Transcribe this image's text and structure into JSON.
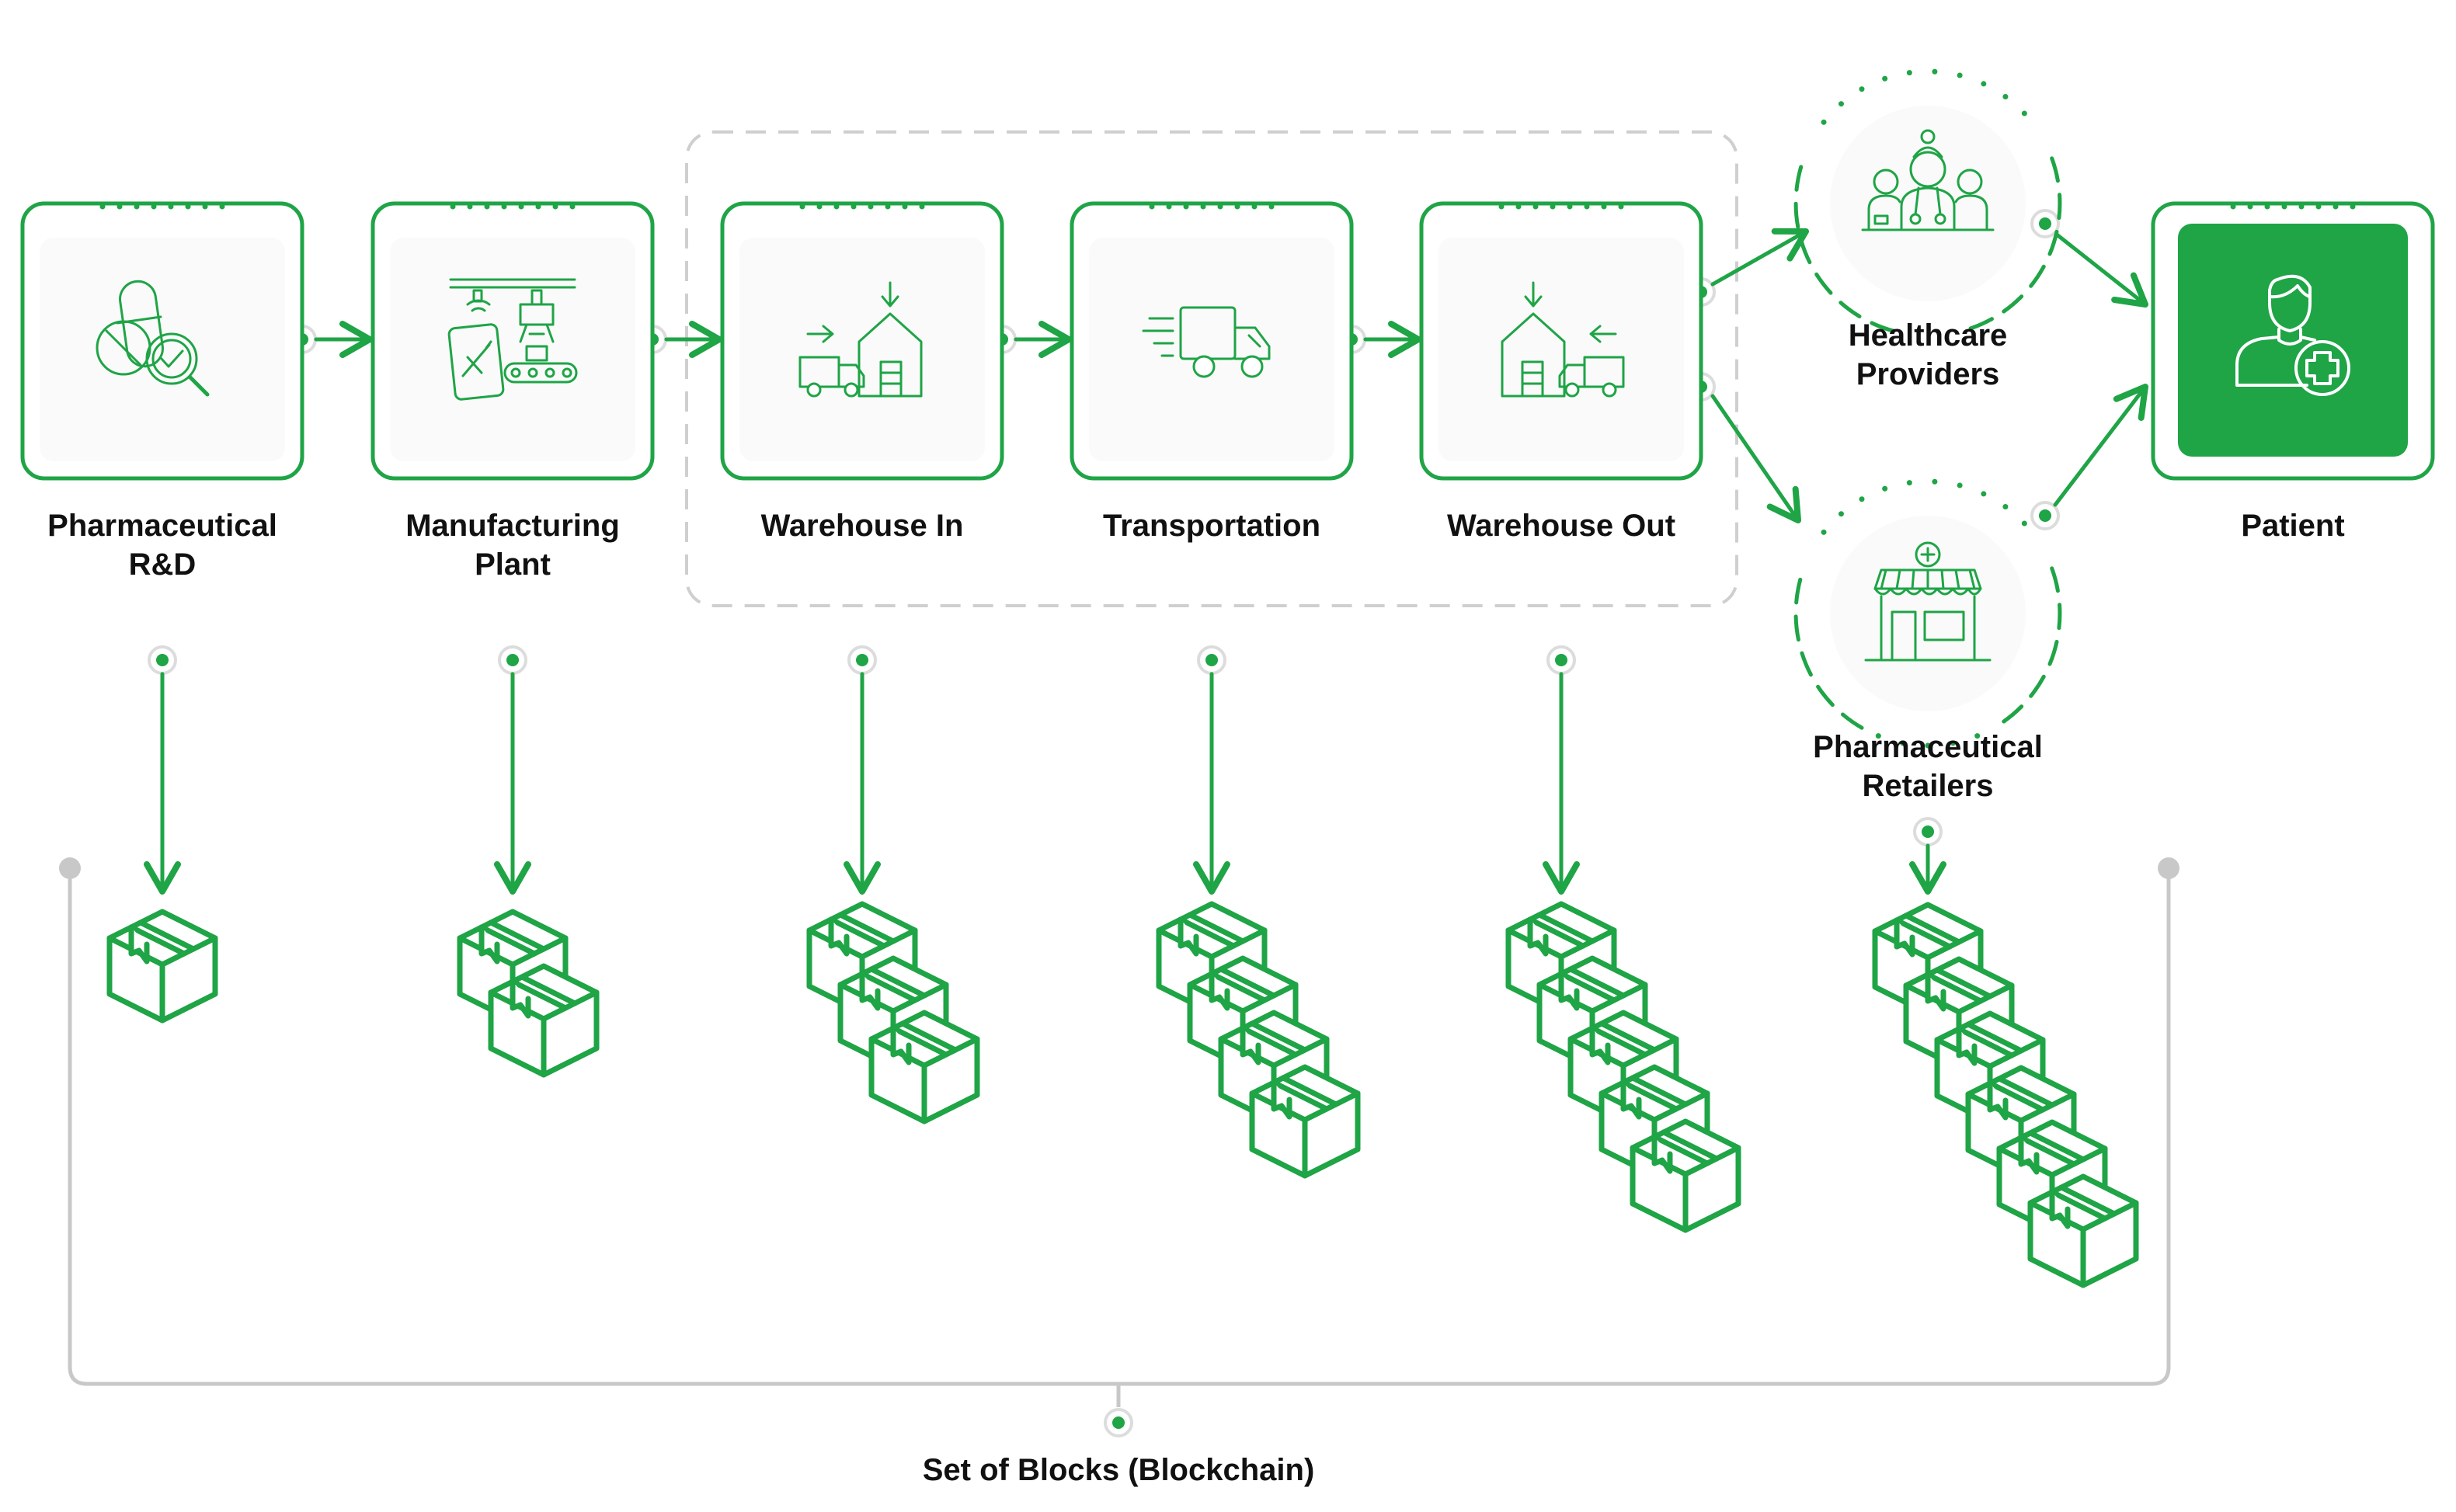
{
  "colors": {
    "primary": "#1fa446",
    "box_fill": "#fafafa",
    "dashed_group": "#cfcfcf",
    "bracket": "#c8c8c8",
    "dot_ring": "#dcdcdc",
    "text": "#111111",
    "patient_fill": "#1fa446"
  },
  "stages": [
    {
      "label_lines": [
        "Pharmaceutical",
        "R&D"
      ],
      "icon": "pill-magnifier-icon",
      "block_count": 1
    },
    {
      "label_lines": [
        "Manufacturing",
        "Plant"
      ],
      "icon": "factory-robot-arm-icon",
      "block_count": 2
    },
    {
      "label_lines": [
        "Warehouse In"
      ],
      "icon": "warehouse-in-icon",
      "block_count": 3
    },
    {
      "label_lines": [
        "Transportation"
      ],
      "icon": "delivery-truck-icon",
      "block_count": 4
    },
    {
      "label_lines": [
        "Warehouse Out"
      ],
      "icon": "warehouse-out-icon",
      "block_count": 5
    }
  ],
  "branches": [
    {
      "label_lines": [
        "Healthcare",
        "Providers"
      ],
      "icon": "medical-staff-icon"
    },
    {
      "label_lines": [
        "Pharmaceutical",
        "Retailers"
      ],
      "icon": "pharmacy-store-icon",
      "block_count": 6
    }
  ],
  "patient": {
    "label": "Patient",
    "icon": "patient-plus-icon"
  },
  "blockchain": {
    "label": "Set of Blocks (Blockchain)",
    "block_icon": "block-cube-icon"
  }
}
